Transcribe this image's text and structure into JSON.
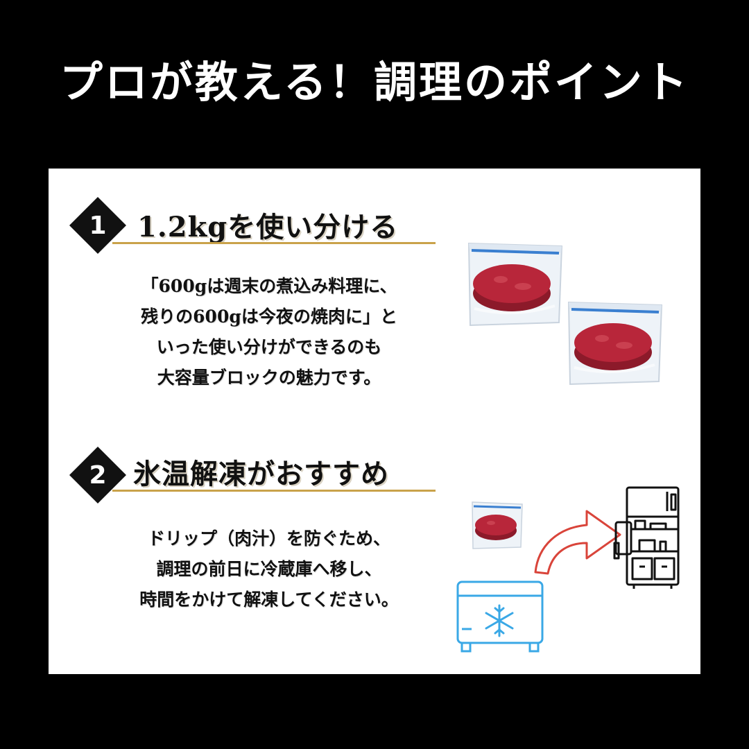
{
  "title": "プロが教える！調理のポイント",
  "sections": [
    {
      "number": "1",
      "heading": "1.2kgを使い分ける",
      "lines": [
        "「600gは週末の煮込み料理に、",
        "残りの600gは今夜の焼肉に」と",
        "いった使い分けができるのも",
        "大容量ブロックの魅力です。"
      ],
      "illustration": "two-bagged-meat-icons"
    },
    {
      "number": "2",
      "heading": "氷温解凍がおすすめ",
      "lines": [
        "ドリップ（肉汁）を防ぐため、",
        "調理の前日に冷蔵庫へ移し、",
        "時間をかけて解凍してください。"
      ],
      "illustration": "freezer-to-refrigerator-icons"
    }
  ],
  "colors": {
    "background": "#000000",
    "panel": "#ffffff",
    "accent_gold": "#c9a24a",
    "meat": "#b8263a",
    "bag_zip": "#3a7fd0",
    "freezer_blue": "#3aa8e6",
    "arrow_red": "#d9443a"
  }
}
